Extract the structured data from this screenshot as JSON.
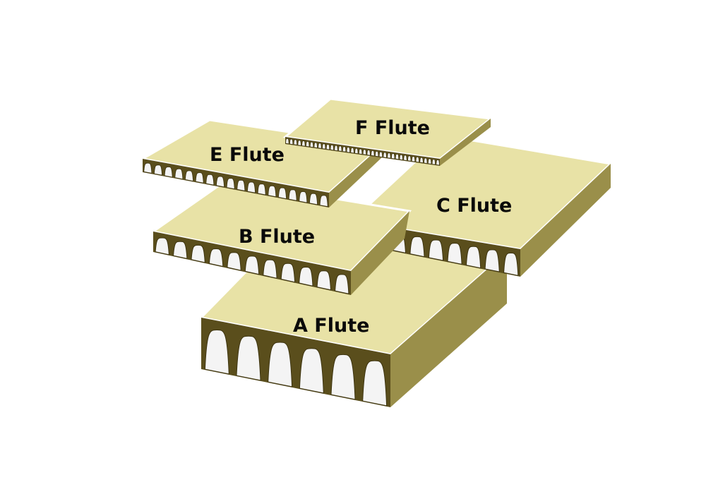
{
  "boards": [
    {
      "id": "a",
      "label": "A Flute"
    },
    {
      "id": "b",
      "label": "B Flute"
    },
    {
      "id": "c",
      "label": "C Flute"
    },
    {
      "id": "e",
      "label": "E Flute"
    },
    {
      "id": "f",
      "label": "F Flute"
    }
  ],
  "colors": {
    "top": "#e8e2a6",
    "side": "#9a8f4a",
    "sideDark": "#7d7235",
    "fluteFill": "#5a4e1c",
    "fluteGap": "#f4f4f4",
    "outline": "#ffffff"
  }
}
